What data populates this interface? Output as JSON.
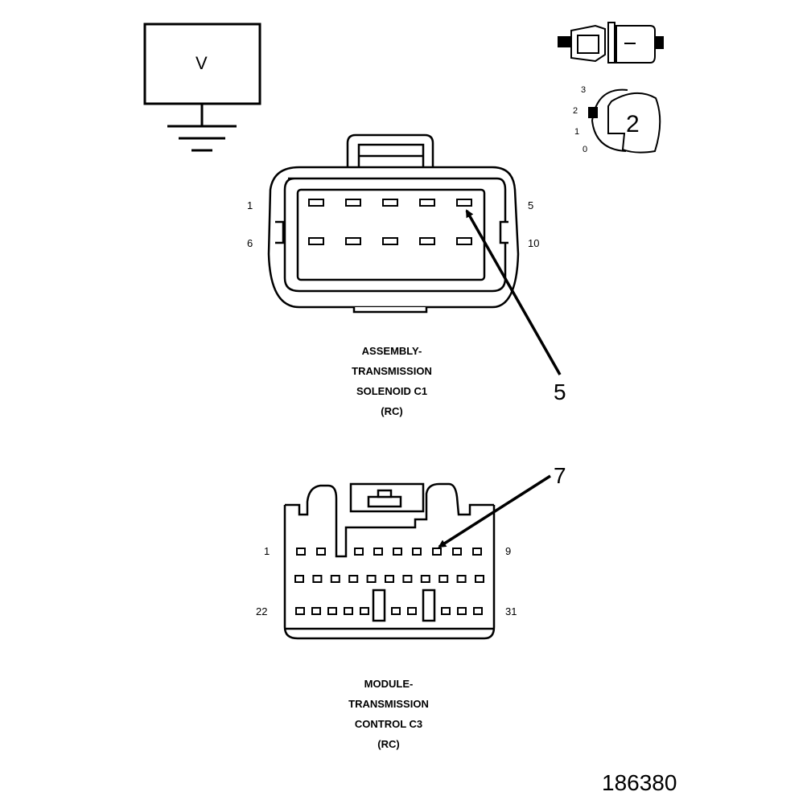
{
  "meter": {
    "symbol": "V"
  },
  "ignition_key": {
    "positions": [
      "3",
      "2",
      "1",
      "0"
    ],
    "selected": "2"
  },
  "connector_c1": {
    "title_lines": [
      "ASSEMBLY-",
      "TRANSMISSION",
      "SOLENOID C1",
      "(RC)"
    ],
    "pin_labels": {
      "top_left": "1",
      "top_right": "5",
      "bottom_left": "6",
      "bottom_right": "10"
    },
    "rows": [
      5,
      5
    ],
    "callout": "5"
  },
  "connector_c3": {
    "title_lines": [
      "MODULE-",
      "TRANSMISSION",
      "CONTROL C3",
      "(RC)"
    ],
    "pin_labels": {
      "top_left": "1",
      "top_right": "9",
      "bottom_left": "22",
      "bottom_right": "31"
    },
    "rows": [
      9,
      11,
      10
    ],
    "callout": "7"
  },
  "figure_number": "186380"
}
